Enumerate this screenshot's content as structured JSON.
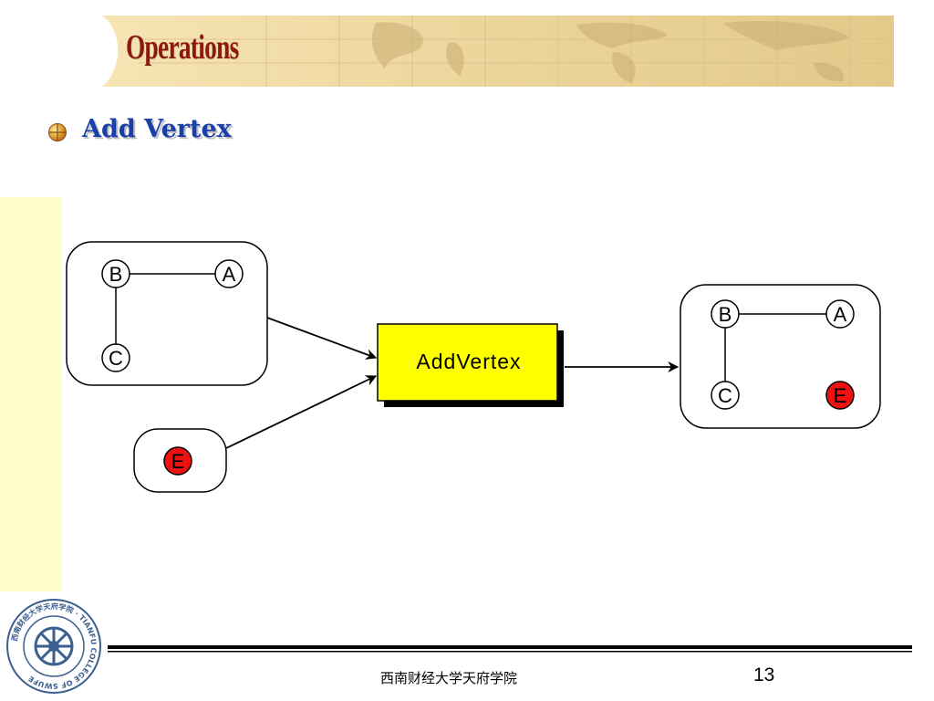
{
  "slide": {
    "title": "Operations",
    "bullet": "Add Vertex",
    "footer": "西南财经大学天府学院",
    "page_number": "13"
  },
  "diagram": {
    "input_graph": {
      "vertices": [
        "B",
        "A",
        "C"
      ],
      "edges": [
        [
          "B",
          "A"
        ],
        [
          "B",
          "C"
        ]
      ]
    },
    "input_vertex": "E",
    "operation": "AddVertex",
    "output_graph": {
      "vertices": [
        "B",
        "A",
        "C",
        "E"
      ],
      "edges": [
        [
          "B",
          "A"
        ],
        [
          "B",
          "C"
        ]
      ]
    }
  },
  "seal": {
    "text": "西南财经大学天府学院 · TIANFU COLLEGE OF SWUFE"
  },
  "colors": {
    "title": "#8b1a0e",
    "bullet_text": "#1b3fa8",
    "operation_fill": "#ffff00",
    "new_vertex_fill": "#ee1111",
    "left_strip": "#ffffcc",
    "seal": "#3b5f8f"
  },
  "icons": {
    "bullet": "globe-bullet-icon",
    "banner": "world-map-banner",
    "seal": "college-seal-icon"
  }
}
